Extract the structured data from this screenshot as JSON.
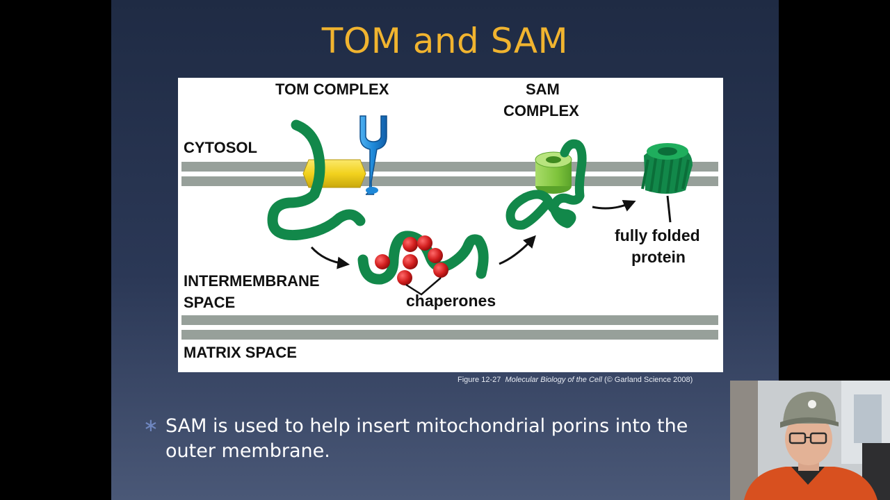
{
  "slide": {
    "title": "TOM and SAM",
    "bullet_marker": "∗",
    "bullet_text": "SAM is used to help insert mitochondrial porins into the outer membrane."
  },
  "figure": {
    "labels": {
      "tom_complex": "TOM COMPLEX",
      "sam_complex_line1": "SAM",
      "sam_complex_line2": "COMPLEX",
      "cytosol": "CYTOSOL",
      "intermembrane_line1": "INTERMEMBRANE",
      "intermembrane_line2": "SPACE",
      "matrix_space": "MATRIX SPACE",
      "chaperones": "chaperones",
      "fully_folded_line1": "fully folded",
      "fully_folded_line2": "protein"
    },
    "caption": {
      "figure_number": "Figure 12-27",
      "book_title": "Molecular Biology of the Cell",
      "credit": "(© Garland Science 2008)"
    }
  },
  "colors": {
    "title": "#f1b42f",
    "membrane": "#97a09a",
    "protein": "#12884a",
    "tom_barrel": "#f2d21e",
    "tom_receptor": "#1e88d8",
    "sam_barrel": "#7fc43c",
    "chaperone": "#d31f1f"
  },
  "webcam": {
    "description_icon": "presenter-webcam"
  }
}
